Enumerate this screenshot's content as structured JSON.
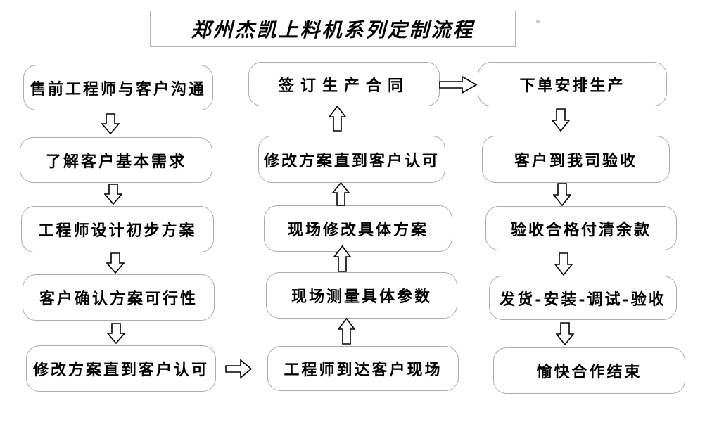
{
  "title": "郑州杰凯上料机系列定制流程",
  "nodes": {
    "left": [
      "售前工程师与客户沟通",
      "了解客户基本需求",
      "工程师设计初步方案",
      "客户确认方案可行性",
      "修改方案直到客户认可"
    ],
    "middle": [
      "签订生产合同",
      "修改方案直到客户认可",
      "现场修改具体方案",
      "现场测量具体参数",
      "工程师到达客户现场"
    ],
    "right": [
      "下单安排生产",
      "客户到我司验收",
      "验收合格付清余款",
      "发货-安装-调试-验收",
      "愉快合作结束"
    ]
  },
  "colors": {
    "background": "#ffffff",
    "box_border": "#ababab",
    "text": "#000000",
    "arrow_outline": "#000000",
    "arrow_fill": "#ffffff"
  }
}
